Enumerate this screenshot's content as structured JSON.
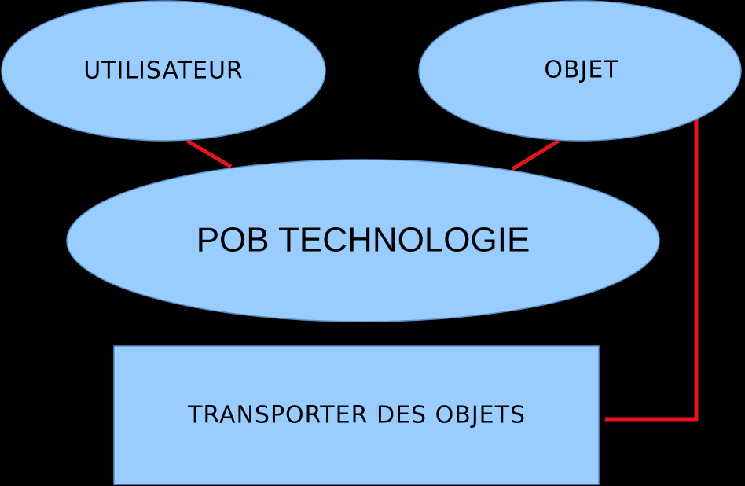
{
  "diagram": {
    "nodes": {
      "utilisateur": {
        "label": "UTILISATEUR"
      },
      "objet": {
        "label": "OBJET"
      },
      "pob": {
        "label": "POB TECHNOLOGIE"
      },
      "transporter": {
        "label": "TRANSPORTER DES OBJETS"
      }
    },
    "colors": {
      "background": "#000000",
      "node_fill": "#99CCFF",
      "connector": "#E8141A"
    }
  }
}
